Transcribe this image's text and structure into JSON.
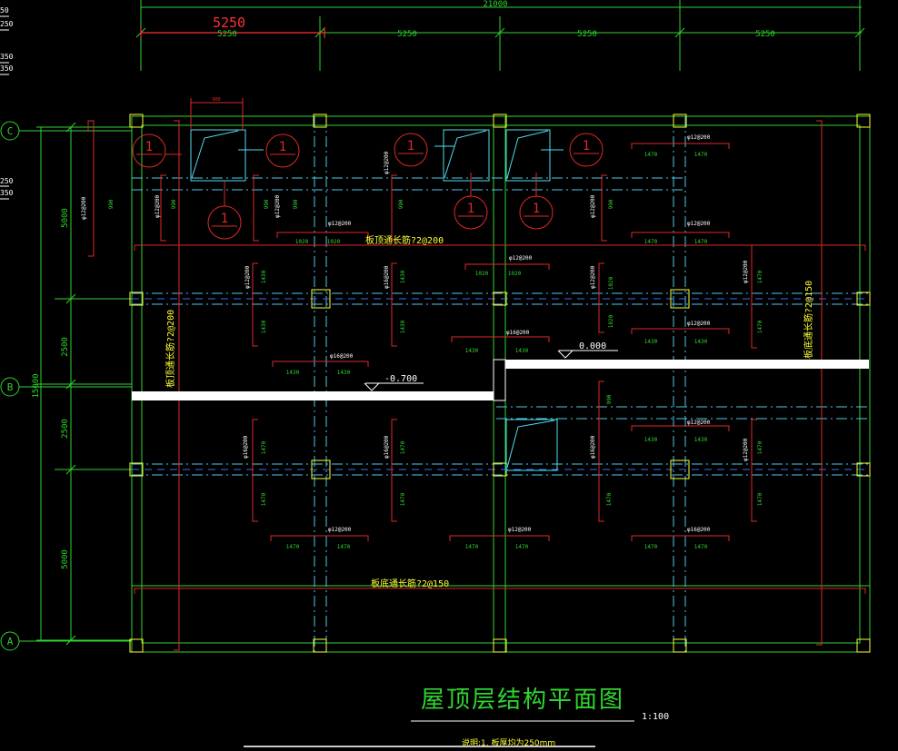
{
  "drawing": {
    "title": "屋顶层结构平面图",
    "scale": "1:100",
    "note": "说明:1. 板厚均为250mm",
    "overall_width": "21000",
    "overall_height": "15000",
    "bay_widths": [
      "5250",
      "5250",
      "5250",
      "5250"
    ],
    "bay_label_large": "5250",
    "top_partial_label": "5250",
    "row_dims": [
      "5000",
      "2500",
      "2500",
      "5000"
    ],
    "axes": [
      "C",
      "B",
      "A"
    ],
    "left_cut_labels": [
      "50",
      "250",
      "350",
      "350",
      "250",
      "350"
    ],
    "callout_number": "1",
    "small_dim": "900",
    "elevations": {
      "high": "0.000",
      "low": "-0.700"
    },
    "long_bar_notes": {
      "top_left": "板顶通长筋?2@200",
      "top_right": "板底通长筋?2@150",
      "left_vertical": "板顶通长筋?2@200",
      "bottom": "板底通长筋?2@150"
    },
    "rebar_labels": {
      "r12_200": "φ12@200",
      "r16_200": "φ16@200",
      "r12_200_alt": "φ12@200"
    },
    "lengths": {
      "l990": "990",
      "l1020": "1020",
      "l1430": "1430",
      "l1470": "1470"
    }
  }
}
